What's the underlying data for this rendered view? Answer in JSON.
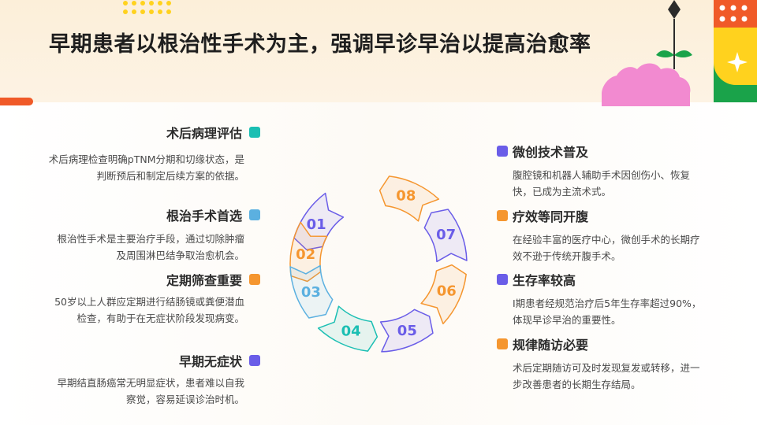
{
  "title": "早期患者以根治性手术为主，强调早诊早治以提高治愈率",
  "colors": {
    "teal": "#1bbfb3",
    "blue": "#5bb0e0",
    "orange": "#f5962f",
    "purple": "#6a5de8",
    "accent_red": "#f05a28",
    "accent_yellow": "#ffd21e",
    "accent_green": "#1aa34a",
    "accent_pink": "#f28ad0"
  },
  "cycle": {
    "segments": [
      {
        "label": "01",
        "color": "#6a5de8"
      },
      {
        "label": "02",
        "color": "#f5962f"
      },
      {
        "label": "03",
        "color": "#5bb0e0"
      },
      {
        "label": "04",
        "color": "#1bbfb3"
      },
      {
        "label": "05",
        "color": "#6a5de8"
      },
      {
        "label": "06",
        "color": "#f5962f"
      },
      {
        "label": "07",
        "color": "#6a5de8"
      },
      {
        "label": "08",
        "color": "#f5962f"
      }
    ]
  },
  "left_items": [
    {
      "title": "术后病理评估",
      "desc": "术后病理检查明确pTNM分期和切缘状态，是判断预后和制定后续方案的依据。",
      "color": "#1bbfb3"
    },
    {
      "title": "根治手术首选",
      "desc": "根治性手术是主要治疗手段，通过切除肿瘤及周围淋巴结争取治愈机会。",
      "color": "#5bb0e0"
    },
    {
      "title": "定期筛查重要",
      "desc": "50岁以上人群应定期进行结肠镜或粪便潜血检查，有助于在无症状阶段发现病变。",
      "color": "#f5962f"
    },
    {
      "title": "早期无症状",
      "desc": "早期结直肠癌常无明显症状，患者难以自我察觉，容易延误诊治时机。",
      "color": "#6a5de8"
    }
  ],
  "right_items": [
    {
      "title": "微创技术普及",
      "desc": "腹腔镜和机器人辅助手术因创伤小、恢复快，已成为主流术式。",
      "color": "#6a5de8"
    },
    {
      "title": "疗效等同开腹",
      "desc": "在经验丰富的医疗中心，微创手术的长期疗效不逊于传统开腹手术。",
      "color": "#f5962f"
    },
    {
      "title": "生存率较高",
      "desc": "I期患者经规范治疗后5年生存率超过90%，体现早诊早治的重要性。",
      "color": "#6a5de8"
    },
    {
      "title": "规律随访必要",
      "desc": "术后定期随访可及时发现复发或转移，进一步改善患者的长期生存结局。",
      "color": "#f5962f"
    }
  ]
}
